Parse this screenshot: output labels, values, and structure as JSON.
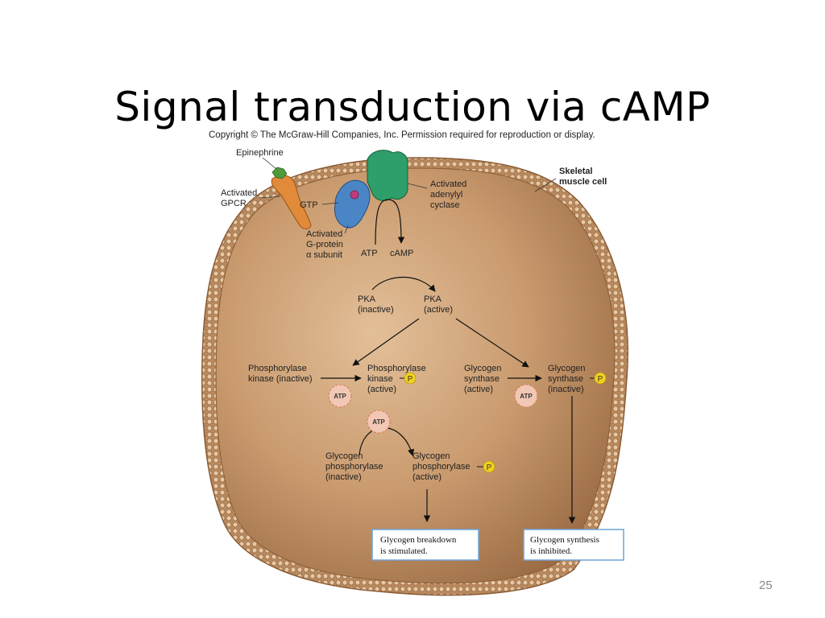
{
  "slide": {
    "title": "Signal transduction via cAMP",
    "copyright": "Copyright © The McGraw-Hill Companies, Inc. Permission required for reproduction or display.",
    "page_number": "25"
  },
  "diagram": {
    "labels": {
      "epinephrine": "Epinephrine",
      "activated_gpcr": [
        "Activated",
        "GPCR"
      ],
      "gtp": "GTP",
      "g_protein": [
        "Activated",
        "G-protein",
        "α subunit"
      ],
      "adenylyl_cyclase": [
        "Activated",
        "adenylyl",
        "cyclase"
      ],
      "skeletal_cell": [
        "Skeletal",
        "muscle cell"
      ],
      "atp": "ATP",
      "camp": "cAMP",
      "pka_inactive": [
        "PKA",
        "(inactive)"
      ],
      "pka_active": [
        "PKA",
        "(active)"
      ],
      "phos_kinase_inactive": [
        "Phosphorylase",
        "kinase (inactive)"
      ],
      "phos_kinase_active": [
        "Phosphorylase",
        "kinase",
        "(active)"
      ],
      "glycogen_synthase_active": [
        "Glycogen",
        "synthase",
        "(active)"
      ],
      "glycogen_synthase_inactive": [
        "Glycogen",
        "synthase",
        "(inactive)"
      ],
      "glycogen_phos_inactive": [
        "Glycogen",
        "phosphorylase",
        "(inactive)"
      ],
      "glycogen_phos_active": [
        "Glycogen",
        "phosphorylase",
        "(active)"
      ],
      "phosphate": "P",
      "atp_burst": "ATP",
      "breakdown_box": [
        "Glycogen breakdown",
        "is stimulated."
      ],
      "synthesis_box": [
        "Glycogen synthesis",
        "is inhibited."
      ]
    },
    "colors": {
      "cytoplasm": "#c99a6e",
      "membrane": "#b07c50",
      "gpcr": "#e08a3a",
      "g_protein": "#4a86c5",
      "adenylyl_cyclase": "#2e9e6a",
      "phosphate": "#f2d21f"
    }
  }
}
